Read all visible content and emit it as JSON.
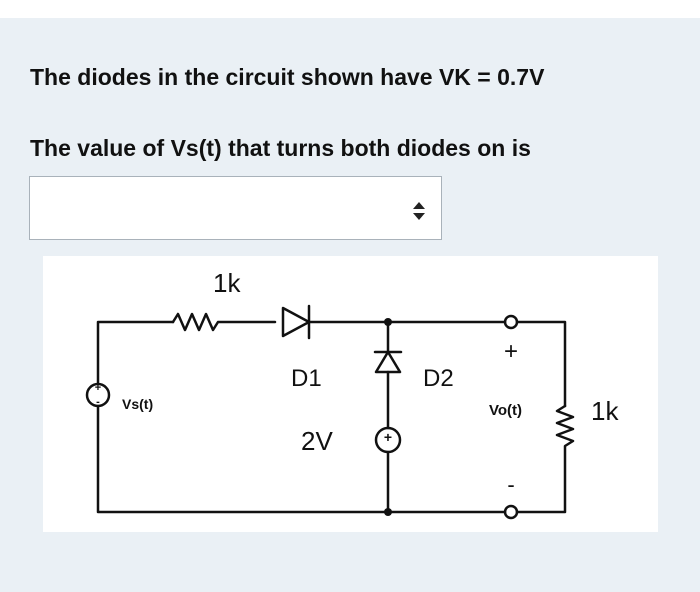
{
  "question": {
    "line1": "The diodes in the circuit shown have VK = 0.7V",
    "line2": "The value of Vs(t) that turns both diodes on is"
  },
  "answer_select": {
    "selected": "",
    "icon": "up-down-arrows-icon"
  },
  "circuit": {
    "r1_label": "1k",
    "d1_label": "D1",
    "d2_label": "D2",
    "vsource_label": "2V",
    "source_label": "Vs(t)",
    "output_label": "Vo(t)",
    "rload_label": "1k",
    "plus_sign": "+",
    "minus_sign": "-"
  }
}
